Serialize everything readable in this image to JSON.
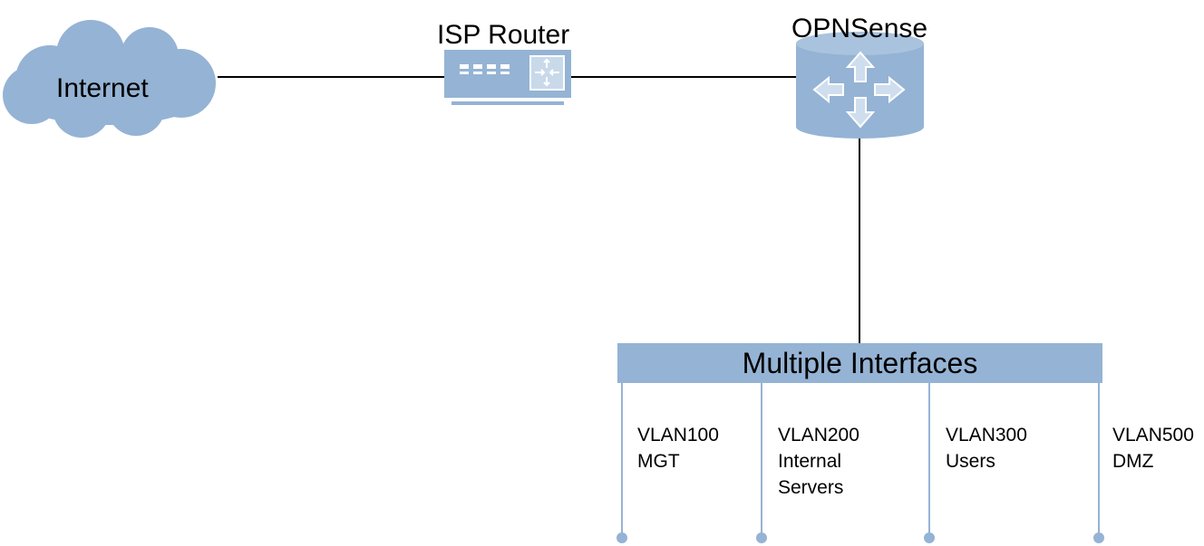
{
  "nodes": {
    "internet": {
      "label": "Internet",
      "icon": "cloud-icon"
    },
    "isp_router": {
      "label": "ISP Router",
      "icon": "router-icon"
    },
    "opnsense": {
      "label": "OPNSense",
      "icon": "firewall-router-icon"
    }
  },
  "interfaces": {
    "label": "Multiple Interfaces",
    "vlans": [
      {
        "id": "VLAN100",
        "lines": [
          "MGT"
        ]
      },
      {
        "id": "VLAN200",
        "lines": [
          "Internal",
          "Servers"
        ]
      },
      {
        "id": "VLAN300",
        "lines": [
          "Users"
        ]
      },
      {
        "id": "VLAN500",
        "lines": [
          "DMZ"
        ]
      }
    ]
  },
  "colors": {
    "shape_fill": "#95b3d4",
    "shape_dark": "#8aa9c8",
    "line": "#000000",
    "vlan_line": "#95b3d4"
  }
}
